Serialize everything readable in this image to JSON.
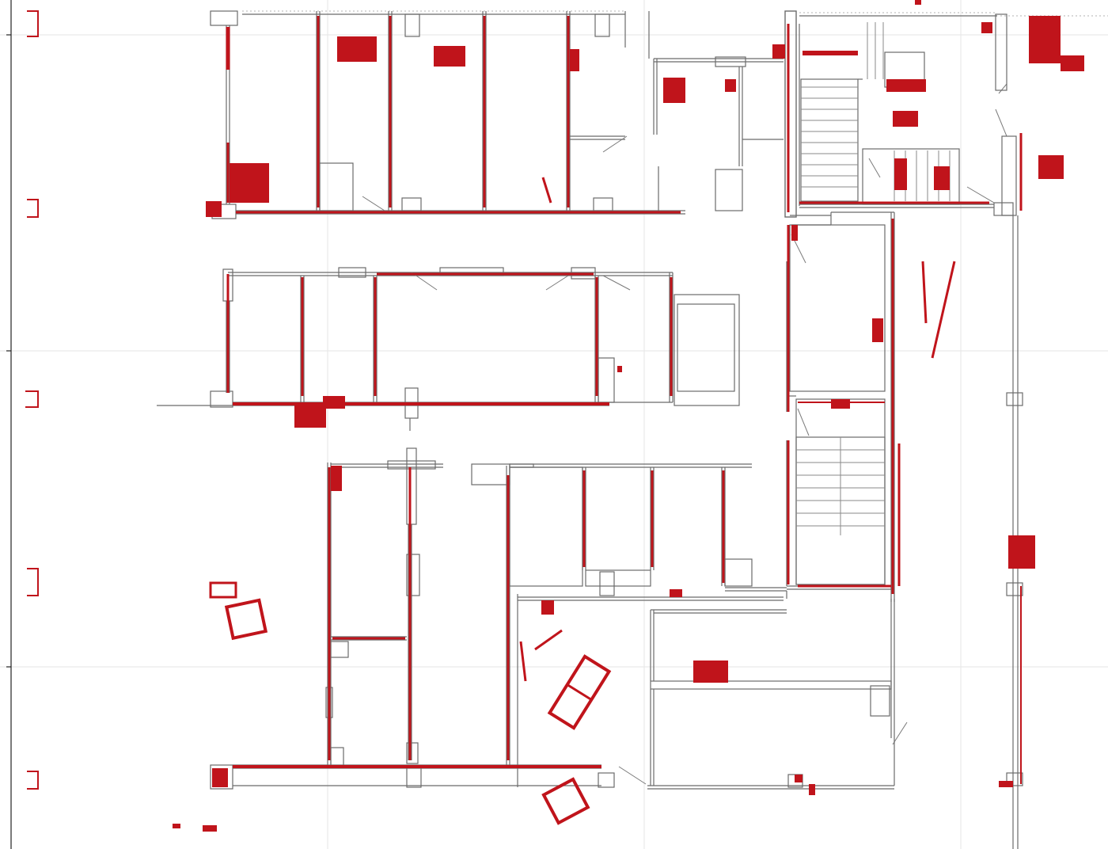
{
  "diagram": {
    "type": "floor-plan-overlay",
    "colors": {
      "background": "#ffffff",
      "grid": "#e6e6e6",
      "walls": "#6b6b6b",
      "point_cloud": "#c0141b"
    },
    "layers": [
      "grid",
      "floor-plan",
      "point-cloud"
    ]
  }
}
